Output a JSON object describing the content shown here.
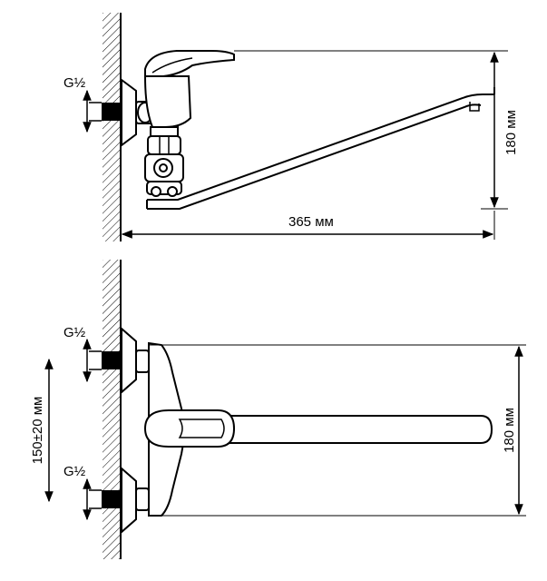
{
  "side_view": {
    "thread_label": "G½",
    "spout_length_label": "365 мм",
    "height_label": "180 мм"
  },
  "top_view": {
    "thread_label_top": "G½",
    "thread_label_bottom": "G½",
    "center_distance_label": "150±20 мм",
    "height_label": "180 мм"
  }
}
